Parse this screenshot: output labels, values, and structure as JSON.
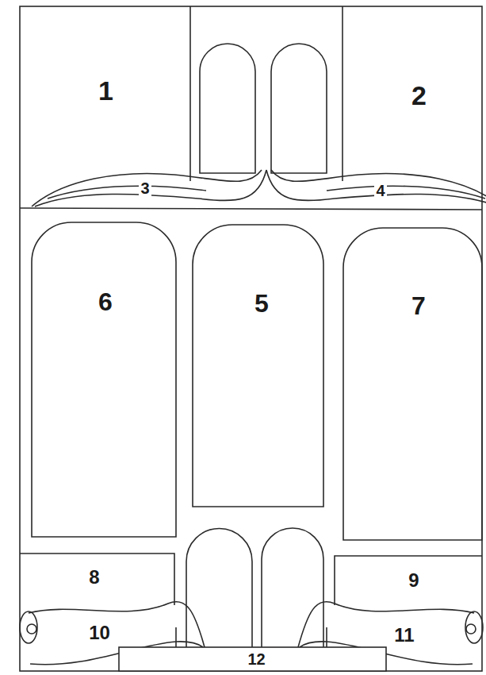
{
  "diagram": {
    "nodes": [
      {
        "text": [
          "1"
        ]
      },
      {
        "text": [
          "2"
        ]
      },
      {
        "text": [
          "3"
        ]
      },
      {
        "text": [
          "4"
        ]
      },
      {
        "text": [
          "6"
        ]
      },
      {
        "text": [
          "5"
        ]
      },
      {
        "text": [
          "7"
        ]
      },
      {
        "text": [
          "8"
        ]
      },
      {
        "text": [
          "9"
        ]
      },
      {
        "text": [
          "10"
        ]
      },
      {
        "text": [
          "11"
        ]
      },
      {
        "text": [
          "12"
        ]
      }
    ]
  }
}
